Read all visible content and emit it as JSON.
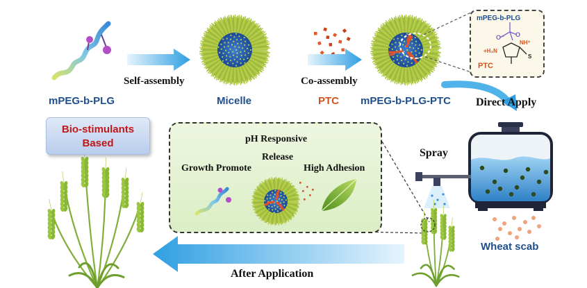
{
  "labels": {
    "polymer": "mPEG-b-PLG",
    "self_assembly": "Self-assembly",
    "micelle": "Micelle",
    "ptc": "PTC",
    "co_assembly": "Co-assembly",
    "complex": "mPEG-b-PLG-PTC",
    "direct_apply": "Direct Apply",
    "spray": "Spray",
    "wheat_scab": "Wheat scab",
    "after_application": "After Application"
  },
  "bio_box": {
    "line1": "Bio-stimulants",
    "line2": "Based"
  },
  "inset": {
    "polymer": "mPEG-b-PLG",
    "drug": "PTC",
    "chem_nh3": "+H₃N",
    "chem_nh": "NH⁺",
    "chem_o": "O⁻",
    "chem_o2": "O",
    "chem_s": "S"
  },
  "response_box": {
    "ph": "pH Responsive",
    "release": "Release",
    "growth": "Growth Promote",
    "adhesion": "High Adhesion"
  },
  "colors": {
    "label_blue": "#1f4e8c",
    "ptc_orange": "#d2521e",
    "bio_red": "#c01818",
    "arrow_blue": "#3fa9e6",
    "micelle_shell": "#b6cc4a",
    "micelle_core": "#2a63b5",
    "wheat_green": "#8fbe3c"
  },
  "icons": [
    "polymer-chain-icon",
    "micelle-icon",
    "ptc-particles-icon",
    "drug-loaded-micelle-icon",
    "sprayer-tank-icon",
    "wheat-plant-icon",
    "leaf-icon",
    "fungus-spores-icon"
  ]
}
